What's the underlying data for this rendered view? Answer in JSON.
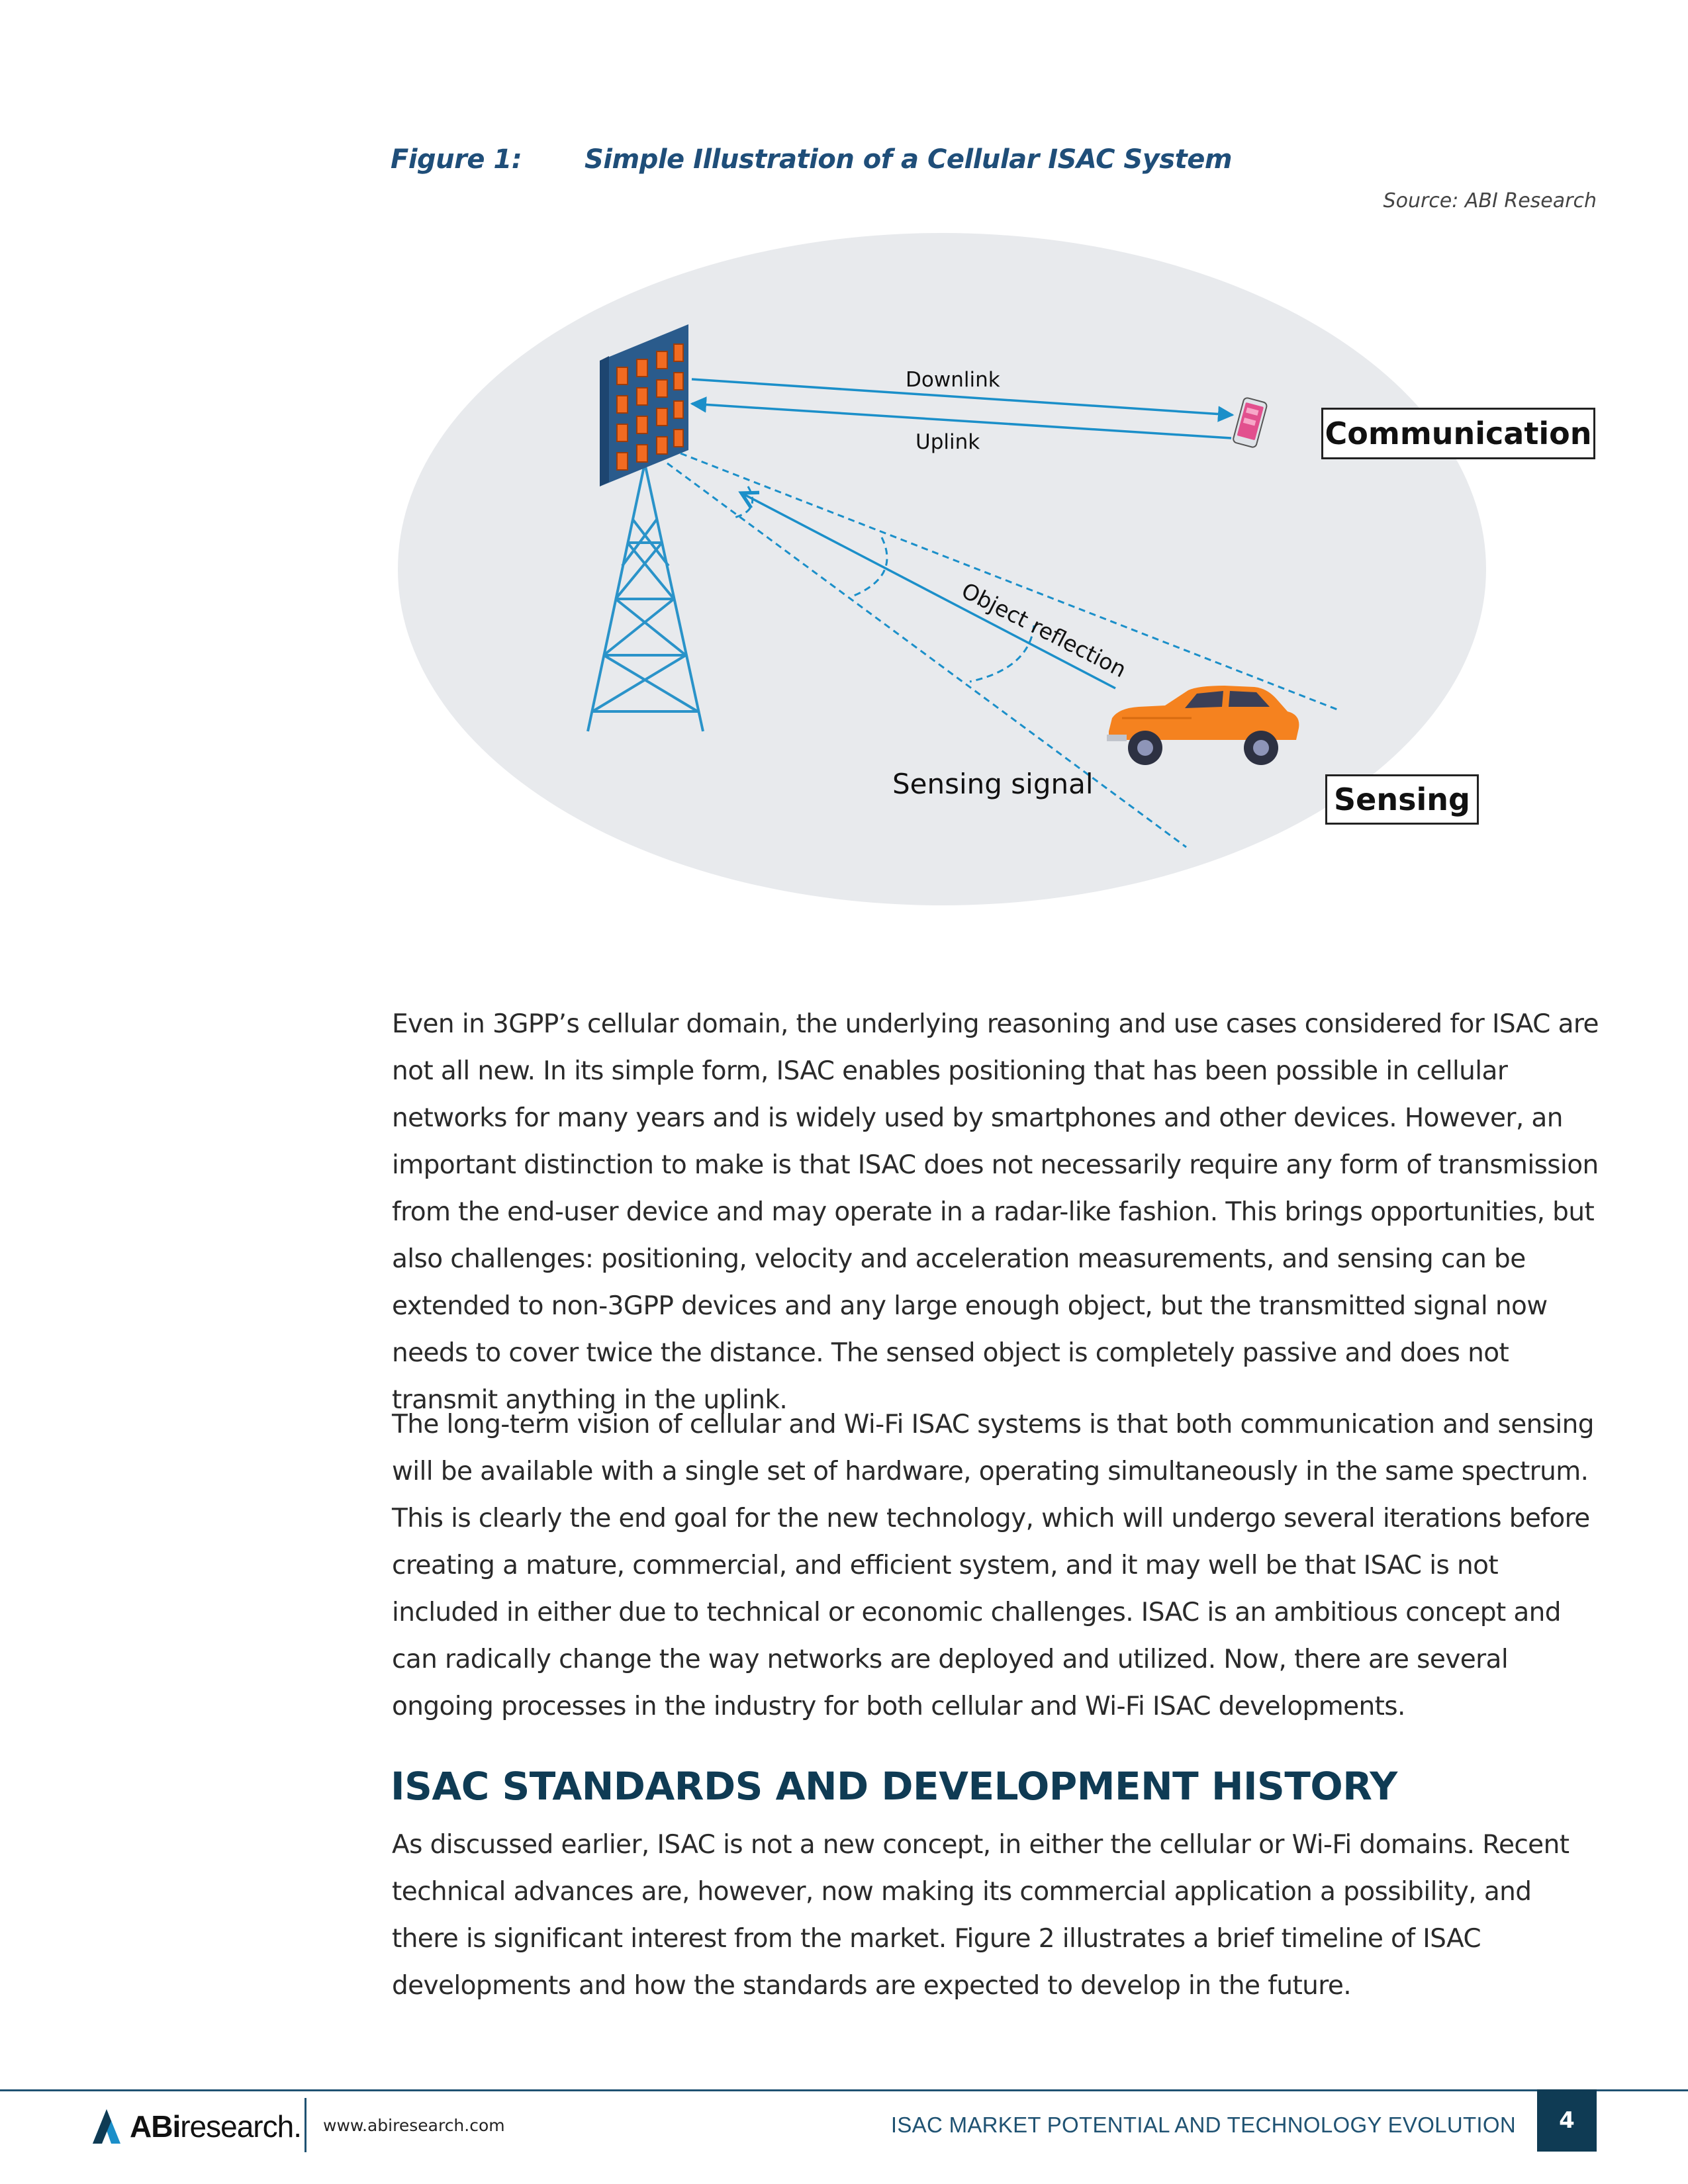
{
  "figure": {
    "number": "Figure 1:",
    "title": "Simple Illustration of a Cellular ISAC System",
    "source": "Source: ABI Research",
    "labels": {
      "downlink": "Downlink",
      "uplink": "Uplink",
      "communication": "Communication",
      "object_reflection": "Object reflection",
      "sensing_signal": "Sensing signal",
      "sensing": "Sensing"
    },
    "colors": {
      "background_ellipse": "#e8eaed",
      "signal_line": "#1b8fc9",
      "tower": "#2a93c9",
      "building": "#2a5b8c",
      "windows": "#f26b21",
      "car": "#f5821f"
    }
  },
  "body": {
    "paragraphs": [
      "Even in 3GPP’s cellular domain, the underlying reasoning and use cases considered for ISAC are not all new. In its simple form, ISAC enables positioning that has been possible in cellular networks for many years and is widely used by smartphones and other devices. However, an important distinction to make is that ISAC does not necessarily require any form of transmission from the end-user device and may operate in a radar-like fashion. This brings opportunities, but also challenges: positioning, velocity and acceleration measurements, and sensing can be extended to non-3GPP devices and any large enough object, but the transmitted signal now needs to cover twice the distance. The sensed object is completely passive and does not transmit anything in the uplink.",
      "The long-term vision of cellular and Wi-Fi ISAC systems is that both communication and sensing will be available with a single set of hardware, operating simultaneously in the same spectrum. This is clearly the end goal for the new technology, which will undergo several iterations before creating a mature, commercial, and efficient system, and it may well be that ISAC is not included in either due to technical or economic challenges. ISAC is an ambitious concept and can radically change the way networks are deployed and utilized. Now, there are several ongoing processes in the industry for both cellular and Wi-Fi ISAC developments."
    ],
    "section_heading": "ISAC STANDARDS AND DEVELOPMENT HISTORY",
    "section_paragraph": "As discussed earlier, ISAC is not a new concept, in either the cellular or Wi-Fi domains. Recent technical advances are, however, now making its commercial application a possibility, and there is significant interest from the market. Figure 2 illustrates a brief timeline of ISAC developments and how the standards are expected to develop in the future."
  },
  "footer": {
    "logo_bold": "ABi",
    "logo_regular": "research.",
    "url": "www.abiresearch.com",
    "report_title": "ISAC MARKET POTENTIAL AND TECHNOLOGY EVOLUTION",
    "page_number": "4"
  }
}
